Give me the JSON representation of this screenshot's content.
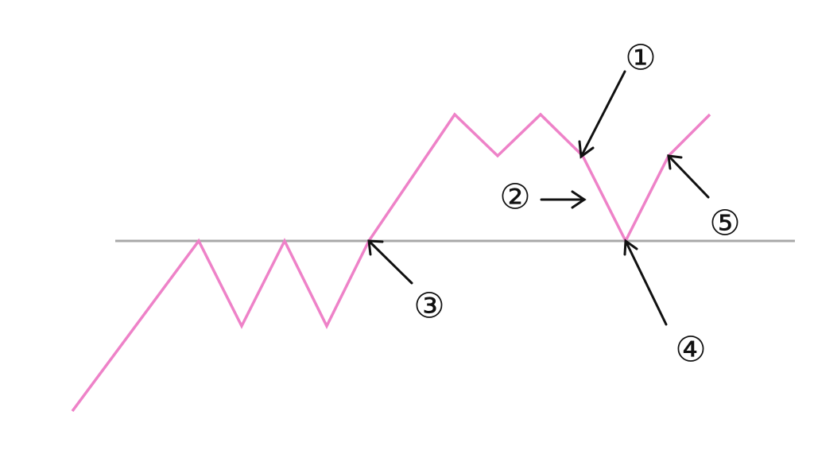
{
  "colors": {
    "background": "#ffffff",
    "price_line": "#ee82c8",
    "level_line": "#a8a8a8",
    "arrow": "#111111",
    "text": "#111111"
  },
  "markers": [
    {
      "id": "m1",
      "label": "①"
    },
    {
      "id": "m2",
      "label": "②"
    },
    {
      "id": "m3",
      "label": "③"
    },
    {
      "id": "m4",
      "label": "④"
    },
    {
      "id": "m5",
      "label": "⑤"
    }
  ]
}
